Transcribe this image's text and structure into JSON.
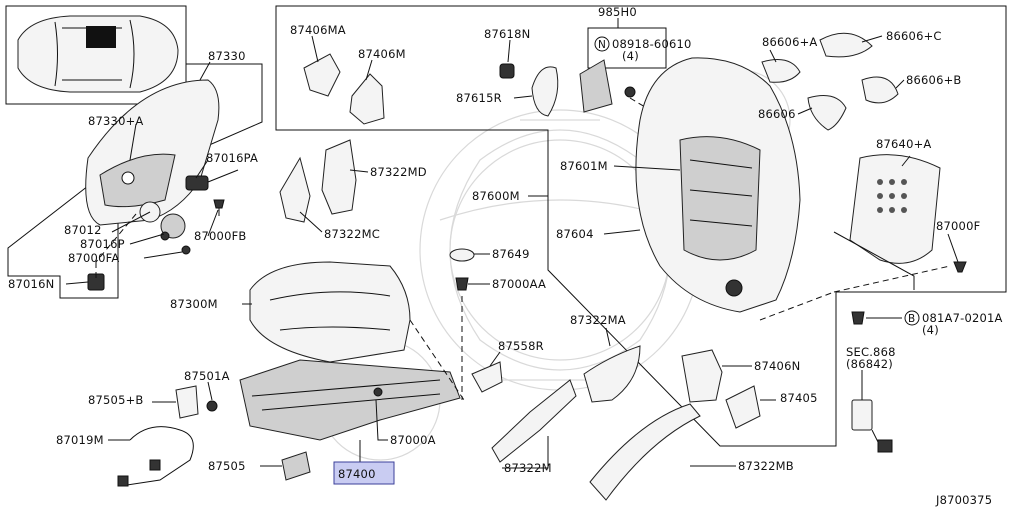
{
  "diagram_id": "J8700375",
  "labels": {
    "p87330": "87330",
    "p87330a": "87330+A",
    "p87016pa": "87016PA",
    "p87012": "87012",
    "p87016p": "87016P",
    "p87000fb": "87000FB",
    "p87000fa": "87000FA",
    "p87016n": "87016N",
    "p87406ma": "87406MA",
    "p87406m": "87406M",
    "p87618n": "87618N",
    "p87615r": "87615R",
    "p985h0": "985H0",
    "p08918_num": "08918-60610",
    "p08918_qty": "(4)",
    "p86606a": "86606+A",
    "p86606c": "86606+C",
    "p86606b": "86606+B",
    "p86606": "86606",
    "p87322md": "87322MD",
    "p87322mc": "87322MC",
    "p87601m": "87601M",
    "p87600m": "87600M",
    "p87604": "87604",
    "p87640a": "87640+A",
    "p87649": "87649",
    "p87000aa": "87000AA",
    "p87000f": "87000F",
    "p87300m": "87300M",
    "p081a7_num": "081A7-0201A",
    "p081a7_qty": "(4)",
    "p87322ma": "87322MA",
    "p87558r": "87558R",
    "p87406n": "87406N",
    "psec868": "SEC.868",
    "p86842": "(86842)",
    "p87501a": "87501A",
    "p87505b": "87505+B",
    "p87405": "87405",
    "p87019m": "87019M",
    "p87000a": "87000A",
    "p87322m": "87322M",
    "p87505": "87505",
    "p87400": "87400",
    "p87322mb": "87322MB"
  },
  "symbols": {
    "n_circle": "N",
    "b_circle": "B"
  },
  "colors": {
    "highlight_fill": "#c9ccf2",
    "highlight_border": "#3b3f9a",
    "line": "#111111",
    "watermark": "#d9d9d9"
  }
}
